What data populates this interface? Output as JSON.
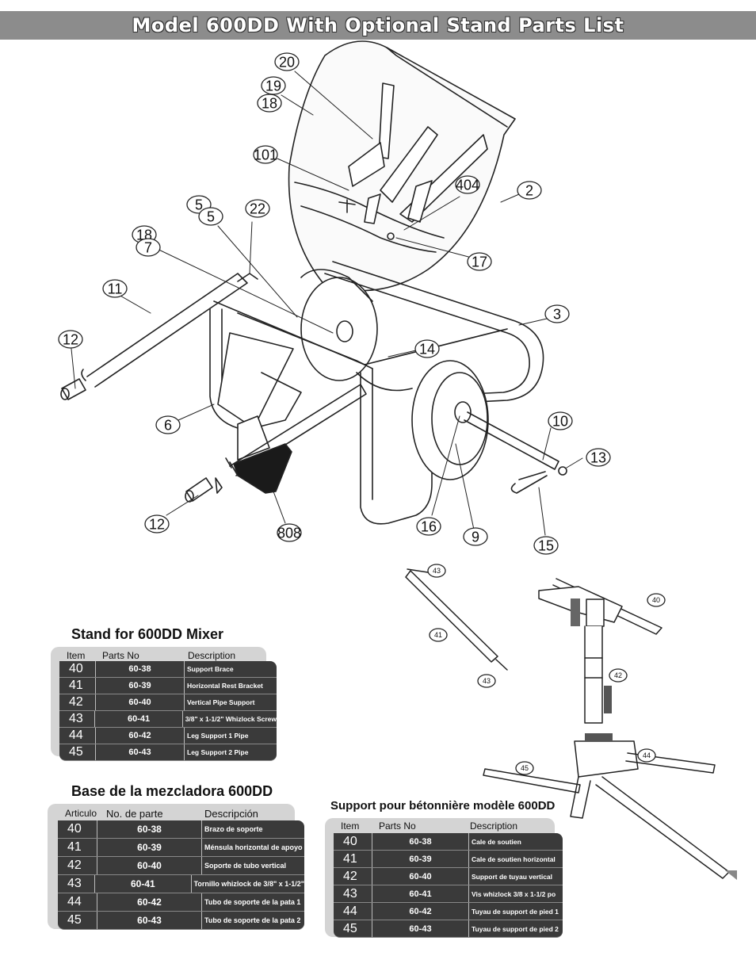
{
  "page": {
    "title": "Model  600DD With Optional Stand Parts List"
  },
  "diagram": {
    "mixer_callouts": [
      "20",
      "19",
      "18",
      "101",
      "404",
      "2",
      "5",
      "5",
      "22",
      "18",
      "7",
      "11",
      "17",
      "3",
      "12",
      "14",
      "6",
      "10",
      "13",
      "12",
      "808",
      "16",
      "9",
      "15"
    ],
    "stand_callouts": [
      "43",
      "41",
      "43",
      "40",
      "42",
      "44",
      "45"
    ]
  },
  "tables": {
    "english": {
      "heading": "Stand for 600DD Mixer",
      "columns": [
        "Item",
        "Parts No",
        "Description"
      ],
      "rows": [
        {
          "item": "40",
          "part": "60-38",
          "desc": "Support Brace"
        },
        {
          "item": "41",
          "part": "60-39",
          "desc": "Horizontal Rest Bracket"
        },
        {
          "item": "42",
          "part": "60-40",
          "desc": "Vertical Pipe Support"
        },
        {
          "item": "43",
          "part": "60-41",
          "desc": "3/8\" x 1-1/2\" Whizlock Screw"
        },
        {
          "item": "44",
          "part": "60-42",
          "desc": "Leg Support 1 Pipe"
        },
        {
          "item": "45",
          "part": "60-43",
          "desc": "Leg Support 2 Pipe"
        }
      ]
    },
    "spanish": {
      "heading": "Base de la mezcladora 600DD",
      "columns": [
        "Articulo",
        "No. de parte",
        "Descripción"
      ],
      "rows": [
        {
          "item": "40",
          "part": "60-38",
          "desc": "Brazo de soporte"
        },
        {
          "item": "41",
          "part": "60-39",
          "desc": "Ménsula horizontal de apoyo"
        },
        {
          "item": "42",
          "part": "60-40",
          "desc": "Soporte de tubo vertical"
        },
        {
          "item": "43",
          "part": "60-41",
          "desc": "Tornillo whizlock de 3/8\" x 1-1/2\""
        },
        {
          "item": "44",
          "part": "60-42",
          "desc": "Tubo de soporte de la pata 1"
        },
        {
          "item": "45",
          "part": "60-43",
          "desc": "Tubo de soporte de la pata 2"
        }
      ]
    },
    "french": {
      "heading": "Support pour bétonnière modèle 600DD",
      "columns": [
        "Item",
        "Parts No",
        "Description"
      ],
      "rows": [
        {
          "item": "40",
          "part": "60-38",
          "desc": "Cale de soutien"
        },
        {
          "item": "41",
          "part": "60-39",
          "desc": "Cale de soutien horizontal"
        },
        {
          "item": "42",
          "part": "60-40",
          "desc": "Support de tuyau vertical"
        },
        {
          "item": "43",
          "part": "60-41",
          "desc": "Vis whizlock 3/8 x 1-1/2 po"
        },
        {
          "item": "44",
          "part": "60-42",
          "desc": "Tuyau de support de pied 1"
        },
        {
          "item": "45",
          "part": "60-43",
          "desc": "Tuyau de support de pied 2"
        }
      ]
    }
  }
}
